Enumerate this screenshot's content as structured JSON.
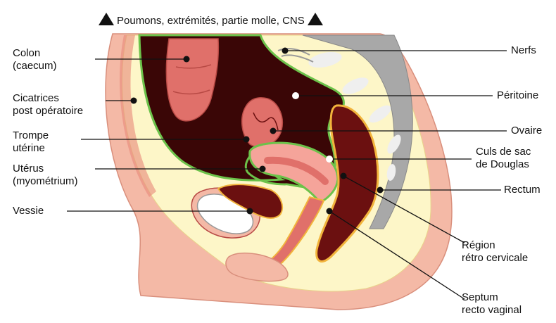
{
  "header": {
    "text": "Poumons, extrémités, partie molle, CNS"
  },
  "labels": {
    "colon": [
      "Colon",
      "(caecum)"
    ],
    "cicatrices": [
      "Cicatrices",
      "post opératoire"
    ],
    "trompe": [
      "Trompe",
      "utérine"
    ],
    "uterus": [
      "Utérus",
      "(myométrium)"
    ],
    "vessie": [
      "Vessie"
    ],
    "nerfs": [
      "Nerfs"
    ],
    "peritoine": [
      "Péritoine"
    ],
    "ovaire": [
      "Ovaire"
    ],
    "culs": [
      "Culs de sac",
      "de Douglas"
    ],
    "rectum": [
      "Rectum"
    ],
    "region": [
      "Région",
      "rétro cervicale"
    ],
    "septum": [
      "Septum",
      "recto vaginal"
    ]
  },
  "colors": {
    "skin": "#f4b9a6",
    "skin_dark": "#e08a78",
    "fat": "#fdf6c8",
    "cavity": "#3a0606",
    "peritoneum": "#6cc24a",
    "organ": "#e0706a",
    "organ_light": "#f5a49a",
    "lesion": "#6b1010",
    "spine": "#a8a8a8",
    "spine_light": "#d9d9d9",
    "yellow_rim": "#f2b43c"
  }
}
